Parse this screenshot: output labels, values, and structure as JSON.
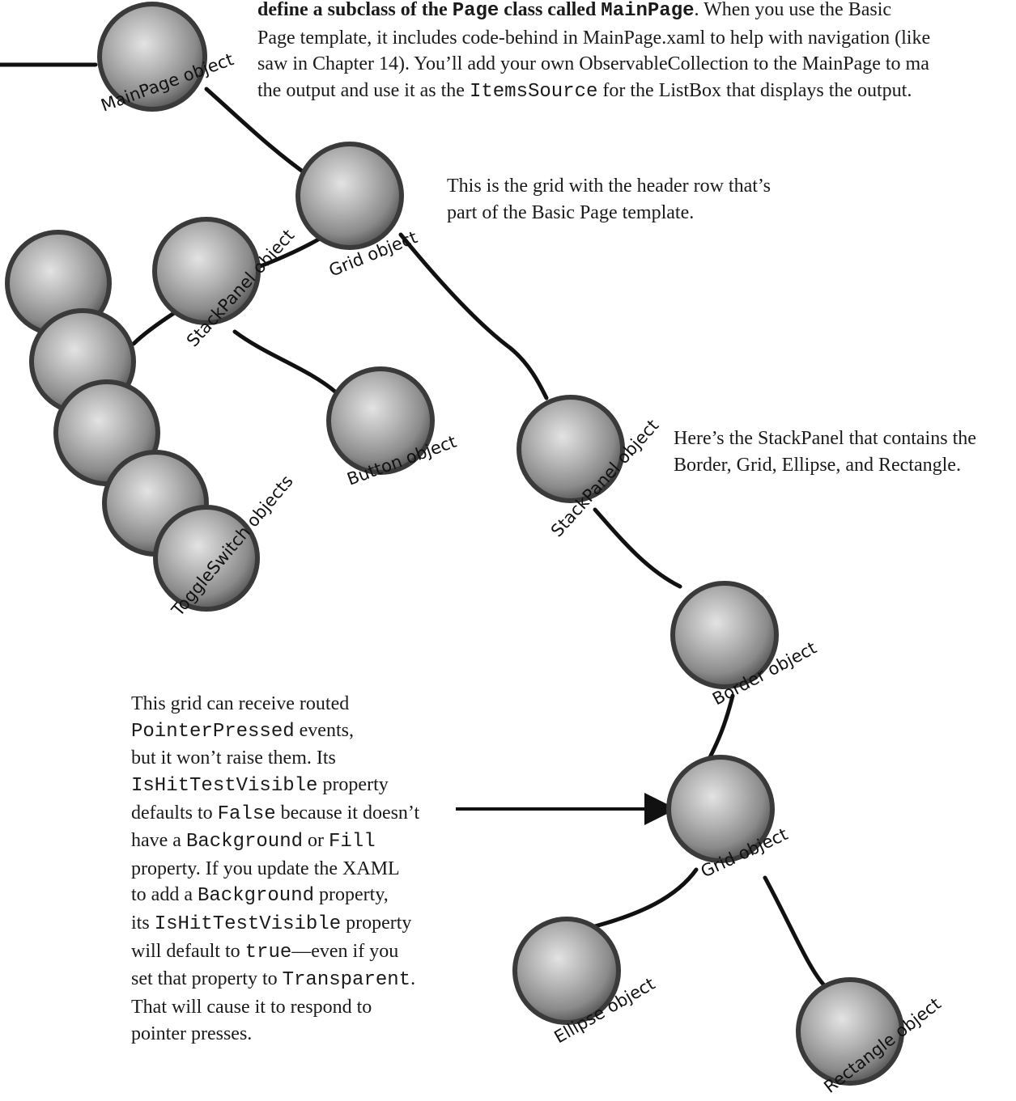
{
  "intro": {
    "line1_bold": "define a subclass of the ",
    "line1_mono": "Page",
    "line1_bold2": " class called ",
    "line1_mono2": "MainPage",
    "line1_rest": ". When you use the Basic",
    "line2": "Page template, it includes code-behind in MainPage.xaml to help with navigation (like",
    "line3": "saw in Chapter 14). You’ll add your own ObservableCollection to the MainPage to ma",
    "line4_a": "the output and use it as the ",
    "line4_mono": "ItemsSource",
    "line4_b": " for the ListBox that displays the output."
  },
  "notes": {
    "grid_header": {
      "line1": "This is the grid with the header row that’s",
      "line2": "part of the Basic Page template."
    },
    "stackpanel": {
      "line1": "Here’s the StackPanel that contains the",
      "line2": "Border, Grid, Ellipse, and Rectangle."
    },
    "hit_test": {
      "t1": "This grid can receive routed",
      "m1": "PointerPressed",
      "t2": " events,",
      "t3": "but it won’t raise them. Its",
      "m2": "IsHitTestVisible",
      "t4": " property",
      "t5": "defaults to ",
      "m3": "False",
      "t6": " because it doesn’t",
      "t7": "have a ",
      "m4": "Background",
      "t8": " or ",
      "m5": "Fill",
      "t9": "property. If you update the XAML",
      "t10": "to add a ",
      "m6": "Background",
      "t11": " property,",
      "t12": "its ",
      "m7": "IsHitTestVisible",
      "t13": " property",
      "t14": "will default to ",
      "m8": "true",
      "t15": "—even if you",
      "t16": "set that property to ",
      "m9": "Transparent",
      "t17": ".",
      "t18": "That will cause it to respond to",
      "t19": "pointer presses."
    }
  },
  "labels": {
    "mainpage": "MainPage object",
    "grid": "Grid object",
    "stackpanel_left": "StackPanel object",
    "button": "Button object",
    "toggleswitch": "ToggleSwitch objects",
    "stackpanel_right": "StackPanel object",
    "border": "Border object",
    "grid_inner": "Grid object",
    "ellipse": "Ellipse object",
    "rectangle": "Rectangle object"
  },
  "colors": {
    "sphere_dark": "#3a3a3a",
    "sphere_mid": "#9a9a9a",
    "sphere_light": "#e3e3e3",
    "line": "#111111"
  }
}
